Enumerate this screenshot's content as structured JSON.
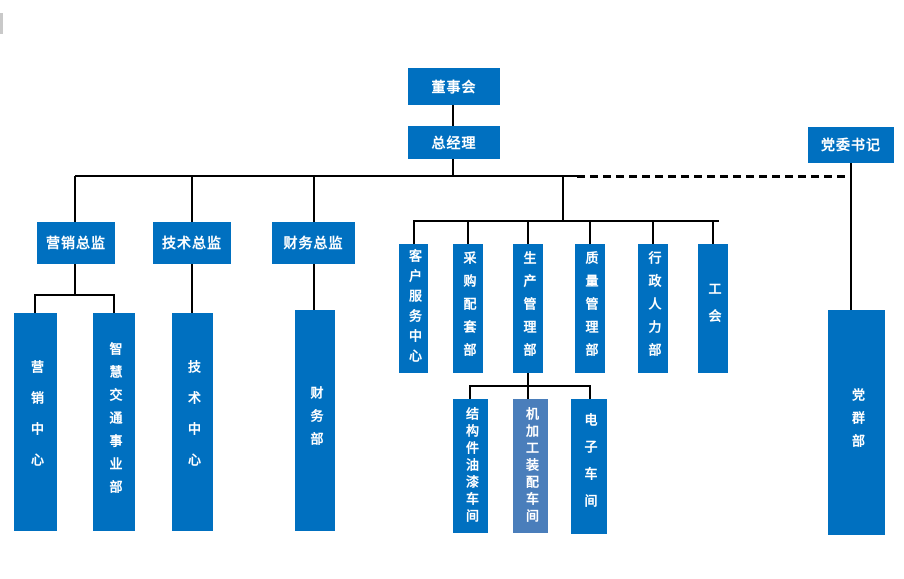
{
  "org_chart": {
    "top": {
      "board": "董事会",
      "general_manager": "总经理",
      "party_secretary": "党委书记"
    },
    "directors": {
      "marketing_director": "营销总监",
      "technology_director": "技术总监",
      "finance_director": "财务总监"
    },
    "departments": {
      "customer_service_center": "客户服务中心",
      "procurement_support_dept": "采购配套部",
      "production_management_dept": "生产管理部",
      "quality_management_dept": "质量管理部",
      "admin_hr_dept": "行政人力部",
      "labor_union": "工会"
    },
    "sub_units": {
      "marketing_center": "营销中心",
      "smart_transport_division": "智慧交通事业部",
      "technology_center": "技术中心",
      "finance_dept": "财务部"
    },
    "workshops": {
      "structural_paint_workshop": "结构件油漆车间",
      "machining_assembly_workshop": "机加工装配车间",
      "electronics_workshop": "电子车间"
    },
    "party_line": {
      "party_mass_dept": "党群部"
    },
    "colors": {
      "node_blue": "#0070C0",
      "highlight_steel_blue": "#4A7EBB",
      "connector_black": "#000000",
      "text_white": "#FFFFFF"
    }
  }
}
